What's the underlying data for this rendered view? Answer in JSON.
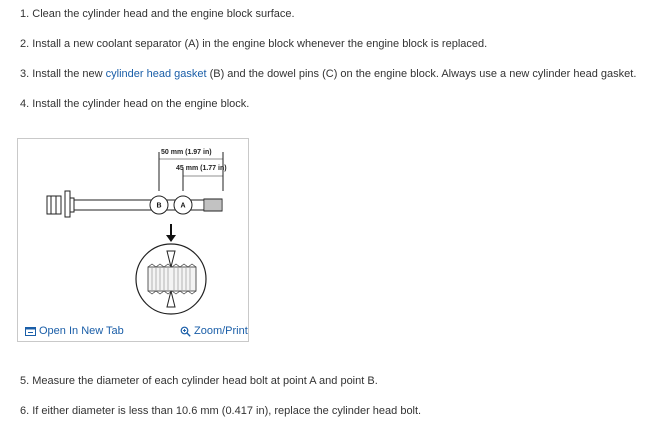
{
  "steps": [
    {
      "num": "1.",
      "text": "Clean the cylinder head and the engine block surface."
    },
    {
      "num": "2.",
      "text": "Install a new coolant separator (A) in the engine block whenever the engine block is replaced."
    },
    {
      "num": "3.",
      "text_before": "Install the new ",
      "link": "cylinder head gasket",
      "text_after": " (B) and the dowel pins (C) on the engine block. Always use a new cylinder head gasket."
    },
    {
      "num": "4.",
      "text": "Install the cylinder head on the engine block."
    },
    {
      "num": "5.",
      "text": "Measure the diameter of each cylinder head bolt at point A and point B."
    },
    {
      "num": "6.",
      "text": "If either diameter is less than 10.6 mm (0.417 in), replace the cylinder head bolt."
    }
  ],
  "figure": {
    "dim_outer": "50 mm (1.97 in)",
    "dim_inner": "45 mm (1.77 in)",
    "label_b": "B",
    "label_a": "A",
    "open_tab_label": "Open In New Tab",
    "zoom_label": "Zoom/Print",
    "open_icon": "open-new-tab-icon",
    "zoom_icon": "magnifier-icon",
    "link_color": "#1a5ea8"
  }
}
